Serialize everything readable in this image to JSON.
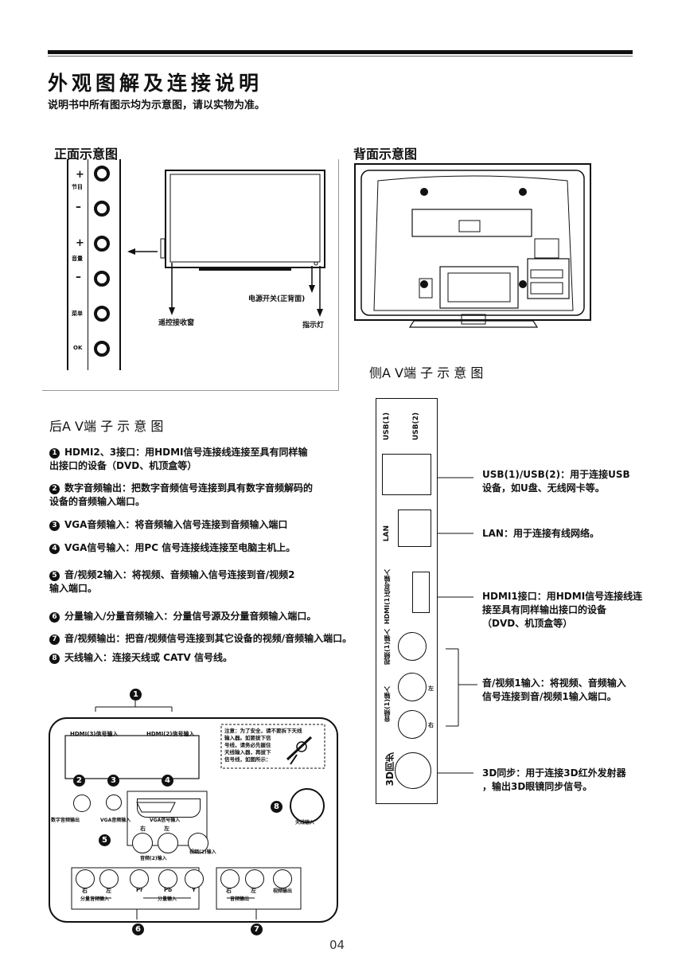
{
  "header": {
    "title": "外观图解及连接说明",
    "subtitle": "说明书中所有图示均为示意图，请以实物为准。"
  },
  "front": {
    "heading": "正面示意图",
    "buttons": [
      {
        "symbol": "+",
        "label": "节目"
      },
      {
        "symbol": "–",
        "label": ""
      },
      {
        "symbol": "+",
        "label": "音量"
      },
      {
        "symbol": "–",
        "label": ""
      },
      {
        "symbol": "",
        "label": "菜单"
      },
      {
        "symbol": "",
        "label": "OK"
      }
    ],
    "callouts": {
      "remote": "遥控接收窗",
      "power": "电源开关(正背面)",
      "indicator": "指示灯"
    }
  },
  "back": {
    "heading": "背面示意图"
  },
  "side": {
    "heading": "侧A V端 子 示 意 图",
    "ports": {
      "usb1": "USB(1)",
      "usb2": "USB(2)",
      "lan": "LAN",
      "hdmi1": "HDMI(1)信号输入",
      "video1": "视频(1)输入",
      "audio1": "音频(1)输入",
      "left": "左",
      "right": "右",
      "sync3d": "3D同步"
    },
    "descriptions": {
      "usb": "USB(1)/USB(2)：用于连接USB\n设备，如U盘、无线网卡等。",
      "lan": "LAN：用于连接有线网络。",
      "hdmi": "HDMI1接口：用HDMI信号连接线连\n接至具有同样输出接口的设备\n（DVD、机顶盒等）",
      "av": "音/视频1输入：将视频、音频输入\n信号连接到音/视频1输入端口。",
      "sync3d": "3D同步：用于连接3D红外发射器\n，输出3D眼镜同步信号。"
    }
  },
  "rear": {
    "heading": "后A V端 子 示 意 图",
    "items": [
      {
        "num": "1",
        "text": "HDMI2、3接口：用HDMI信号连接线连接至具有同样输\n出接口的设备（DVD、机顶盒等）"
      },
      {
        "num": "2",
        "text": "数字音频输出：把数字音频信号连接到具有数字音频解码的\n设备的音频输入端口。"
      },
      {
        "num": "3",
        "text": "VGA音频输入：将音频输入信号连接到音频输入端口"
      },
      {
        "num": "4",
        "text": "VGA信号输入：用PC 信号连接线连接至电脑主机上。"
      },
      {
        "num": "5",
        "text": "音/视频2输入：将视频、音频输入信号连接到音/视频2\n输入端口。"
      },
      {
        "num": "6",
        "text": "分量输入/分量音频输入：分量信号源及分量音频输入端口。"
      },
      {
        "num": "7",
        "text": "音/视频输出：把音/视频信号连接到其它设备的视频/音频输入端口。"
      },
      {
        "num": "8",
        "text": "天线输入：连接天线或 CATV 信号线。"
      }
    ],
    "panel": {
      "hdmi3": "HDMI(3)信号输入",
      "hdmi2": "HDMI(2)信号输入",
      "note": "注意：为了安全，请不要拆下天线\n输入器。如要拔下信\n号线，请务必先握住\n天线输入器，再拔下\n信号线，如图所示：",
      "digital_out": "数字音频输出",
      "vga_audio": "VGA音频输入",
      "vga_in": "VGA信号输入",
      "antenna": "天线输入",
      "right": "右",
      "left": "左",
      "audio2": "音频(2)输入",
      "video2": "视频(2)输入",
      "pr": "Pr",
      "pb": "Pb",
      "y": "Y",
      "comp_audio": "分量音频输入",
      "comp_in": "分量输入",
      "audio_out": "音频输出",
      "video_out": "视频输出"
    }
  },
  "page_number": "04"
}
